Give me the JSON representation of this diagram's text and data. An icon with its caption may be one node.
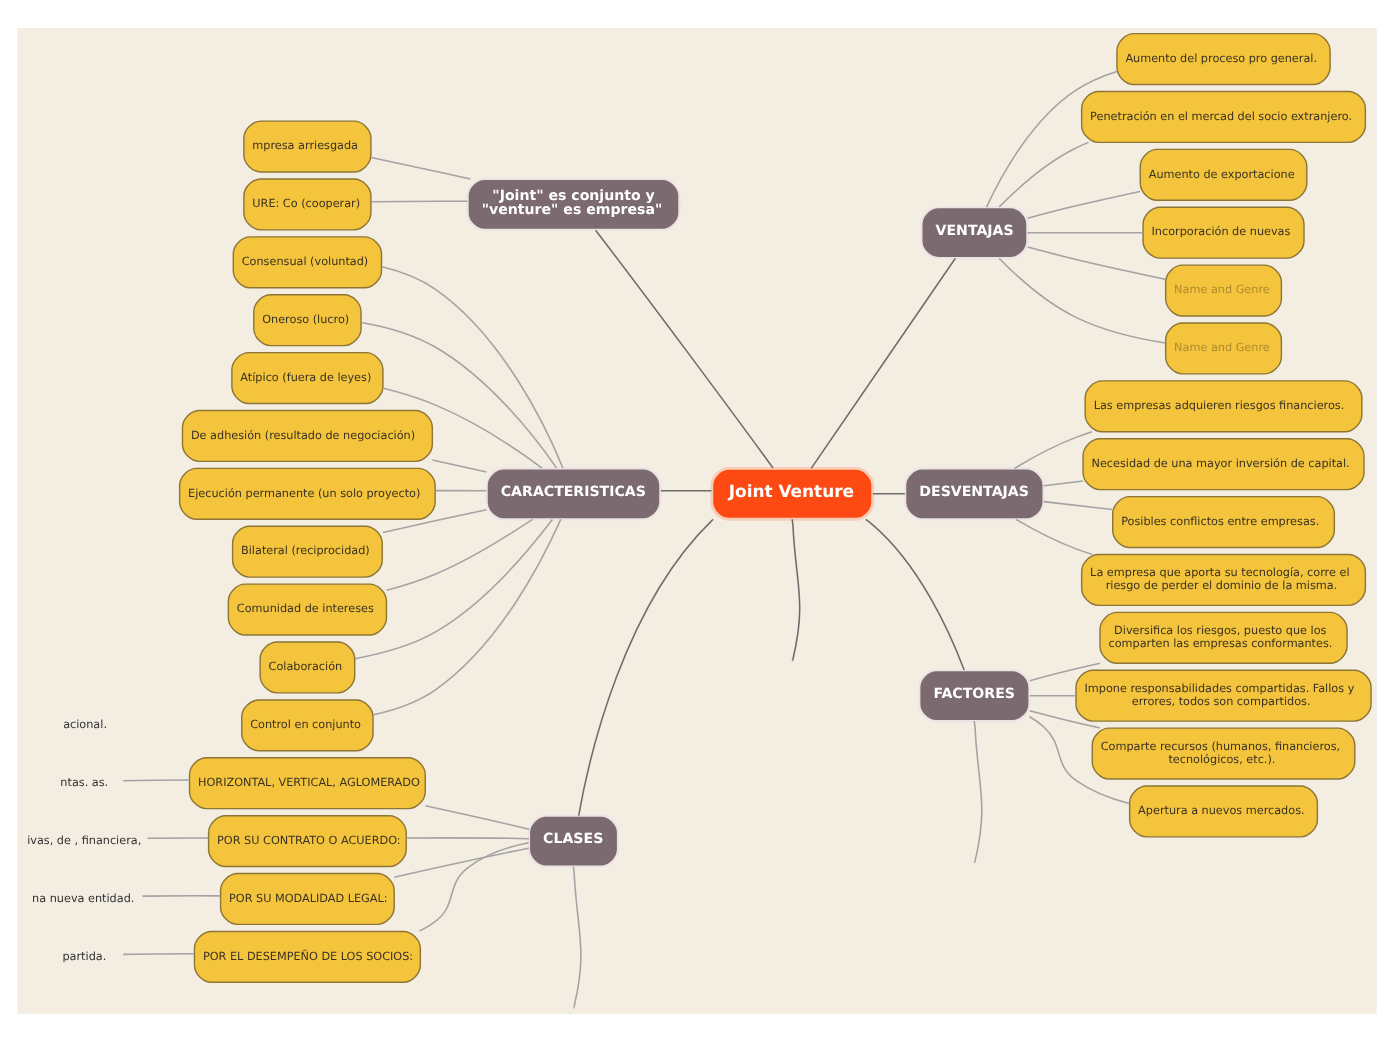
{
  "diagram": {
    "nodes": [
      {
        "text": [
          "Joint Venture"
        ]
      },
      {
        "text": [
          "\"Joint\" es conjunto y \"venture\" es empresa\""
        ]
      },
      {
        "text": [
          "mpresa arriesgada"
        ]
      },
      {
        "text": [
          "URE: Co (cooperar)"
        ]
      },
      {
        "text": [
          "CARACTERISTICAS"
        ]
      },
      {
        "text": [
          "Consensual (voluntad)"
        ]
      },
      {
        "text": [
          "Oneroso (lucro)"
        ]
      },
      {
        "text": [
          "Atípico (fuera de leyes)"
        ]
      },
      {
        "text": [
          "De adhesión (resultado de negociación)"
        ]
      },
      {
        "text": [
          "Ejecución permanente (un solo proyecto)"
        ]
      },
      {
        "text": [
          "Bilateral (reciprocidad)"
        ]
      },
      {
        "text": [
          "Comunidad de intereses"
        ]
      },
      {
        "text": [
          "Colaboración"
        ]
      },
      {
        "text": [
          "Control en conjunto"
        ]
      },
      {
        "text": [
          "CLASES"
        ]
      },
      {
        "text": [
          "ntas. as."
        ]
      },
      {
        "text": [
          "HORIZONTAL, VERTICAL, AGLOMERADO"
        ]
      },
      {
        "text": [
          "ivas, de , financiera,"
        ]
      },
      {
        "text": [
          "POR SU CONTRATO O ACUERDO:"
        ]
      },
      {
        "text": [
          "na nueva entidad."
        ]
      },
      {
        "text": [
          "POR SU MODALIDAD LEGAL:"
        ]
      },
      {
        "text": [
          "partida."
        ]
      },
      {
        "text": [
          "POR EL DESEMPEÑO DE LOS SOCIOS:"
        ]
      },
      {
        "text": [
          "VENTAJAS"
        ]
      },
      {
        "text": [
          "Aumento del proceso pro general."
        ]
      },
      {
        "text": [
          "Penetración en el mercad del socio extranjero."
        ]
      },
      {
        "text": [
          "Aumento de exportacione"
        ]
      },
      {
        "text": [
          "Incorporación de nuevas"
        ]
      },
      {
        "text": [
          "Name and Genre"
        ]
      },
      {
        "text": [
          "Name and Genre"
        ]
      },
      {
        "text": [
          "DESVENTAJAS"
        ]
      },
      {
        "text": [
          "Las empresas adquieren riesgos financieros."
        ]
      },
      {
        "text": [
          "Necesidad de una mayor inversión de capital."
        ]
      },
      {
        "text": [
          "Posibles conflictos entre empresas."
        ]
      },
      {
        "text": [
          "La empresa que aporta su tecnología, corre el riesgo de perder el dominio de la misma."
        ]
      },
      {
        "text": [
          "FACTORES"
        ]
      },
      {
        "text": [
          "Diversifica los riesgos, puesto que los comparten las empresas conformantes."
        ]
      },
      {
        "text": [
          "Impone responsabilidades compartidas. Fallos y errores, todos son compartidos."
        ]
      },
      {
        "text": [
          "Comparte recursos (humanos, financieros, tecnológicos, etc.)."
        ]
      },
      {
        "text": [
          "Apertura a nuevos mercados."
        ]
      }
    ],
    "edges": [
      {
        "from": 0,
        "to": 1,
        "arrow": "none",
        "color": "#6d6d6d"
      },
      {
        "from": 1,
        "to": 2,
        "arrow": "none"
      },
      {
        "from": 1,
        "to": 3,
        "arrow": "none"
      },
      {
        "from": 0,
        "to": 4,
        "arrow": "none",
        "color": "#6d6d6d"
      },
      {
        "from": 4,
        "to": 5,
        "arrow": "none"
      },
      {
        "from": 4,
        "to": 6,
        "arrow": "none"
      },
      {
        "from": 4,
        "to": 7,
        "arrow": "none"
      },
      {
        "from": 4,
        "to": 8,
        "arrow": "none"
      },
      {
        "from": 4,
        "to": 9,
        "arrow": "none"
      },
      {
        "from": 4,
        "to": 10,
        "arrow": "none"
      },
      {
        "from": 4,
        "to": 11,
        "arrow": "none"
      },
      {
        "from": 4,
        "to": 12,
        "arrow": "none"
      },
      {
        "from": 4,
        "to": 13,
        "arrow": "none"
      },
      {
        "from": 0,
        "to": 14,
        "arrow": "none",
        "color": "#6d6d6d"
      },
      {
        "from": 14,
        "to": 16,
        "arrow": "none"
      },
      {
        "from": 16,
        "to": 15,
        "arrow": "none"
      },
      {
        "from": 14,
        "to": 18,
        "arrow": "none"
      },
      {
        "from": 18,
        "to": 17,
        "arrow": "none"
      },
      {
        "from": 14,
        "to": 20,
        "arrow": "none"
      },
      {
        "from": 20,
        "to": 19,
        "arrow": "none"
      },
      {
        "from": 14,
        "to": 22,
        "arrow": "none"
      },
      {
        "from": 22,
        "to": 21,
        "arrow": "none"
      },
      {
        "from": 14,
        "to": null,
        "arrow": "none"
      },
      {
        "from": 0,
        "to": 23,
        "arrow": "none",
        "color": "#6d6d6d"
      },
      {
        "from": 23,
        "to": 24,
        "arrow": "none"
      },
      {
        "from": 23,
        "to": 25,
        "arrow": "none"
      },
      {
        "from": 23,
        "to": 26,
        "arrow": "none"
      },
      {
        "from": 23,
        "to": 27,
        "arrow": "none"
      },
      {
        "from": 23,
        "to": 28,
        "arrow": "none"
      },
      {
        "from": 23,
        "to": 29,
        "arrow": "none"
      },
      {
        "from": 0,
        "to": 30,
        "arrow": "none",
        "color": "#6d6d6d"
      },
      {
        "from": 30,
        "to": 31,
        "arrow": "none"
      },
      {
        "from": 30,
        "to": 32,
        "arrow": "none"
      },
      {
        "from": 30,
        "to": 33,
        "arrow": "none"
      },
      {
        "from": 30,
        "to": 34,
        "arrow": "none"
      },
      {
        "from": 0,
        "to": 35,
        "arrow": "none",
        "color": "#6d6d6d"
      },
      {
        "from": 35,
        "to": 36,
        "arrow": "none"
      },
      {
        "from": 35,
        "to": 37,
        "arrow": "none"
      },
      {
        "from": 35,
        "to": 38,
        "arrow": "none"
      },
      {
        "from": 35,
        "to": 39,
        "arrow": "none"
      },
      {
        "from": 35,
        "to": null,
        "arrow": "none"
      },
      {
        "from": 0,
        "to": null,
        "arrow": "none",
        "color": "#6d6d6d"
      }
    ],
    "labels": [
      "acional."
    ]
  }
}
